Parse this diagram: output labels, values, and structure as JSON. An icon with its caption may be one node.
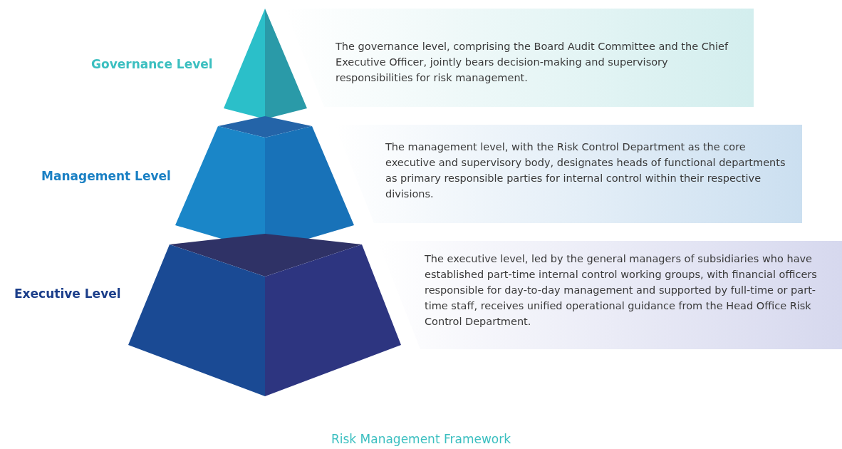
{
  "diagram": {
    "caption": "Risk Management Framework",
    "nodes": [
      {
        "text": [
          "Governance Level"
        ]
      },
      {
        "text": [
          "The governance level, comprising the Board Audit Committee and the Chief Executive Officer, jointly bears decision-making and supervisory responsibilities for risk management."
        ]
      },
      {
        "text": [
          "Management Level"
        ]
      },
      {
        "text": [
          "The management level, with the Risk Control Department as the core executive and supervisory body, designates heads of functional departments as primary responsible parties for internal control within their respective divisions."
        ]
      },
      {
        "text": [
          "Executive Level"
        ]
      },
      {
        "text": [
          "The executive level, led by the general managers of subsidiaries who have established part-time internal control working groups, with financial officers responsible for day-to-day management and supported by full-time or part-time staff, receives unified operational guidance from the Head Office Risk Control Department."
        ]
      }
    ],
    "edges": []
  }
}
